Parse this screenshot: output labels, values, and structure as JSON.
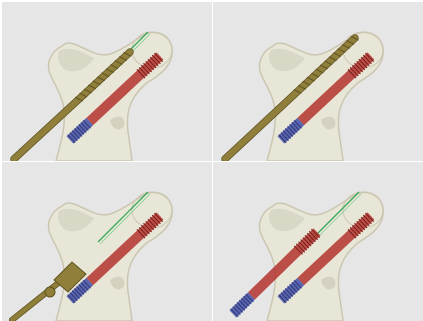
{
  "figure": {
    "layout": "2x2 grid",
    "description_free": true
  },
  "panels": [
    {
      "id": "a",
      "drill_bit": true,
      "guide_wire": true,
      "instrument": "drill",
      "screws": [
        "red-lag-screw"
      ]
    },
    {
      "id": "b",
      "drill_bit": true,
      "guide_wire": false,
      "instrument": "drill",
      "screws": [
        "red-lag-screw"
      ]
    },
    {
      "id": "c",
      "drill_bit": false,
      "guide_wire": true,
      "instrument": "screwdriver",
      "screws": [
        "red-lag-screw"
      ]
    },
    {
      "id": "d",
      "drill_bit": false,
      "guide_wire": true,
      "instrument": "none",
      "screws": [
        "red-lag-screw",
        "red-lag-screw-2"
      ]
    }
  ],
  "colors": {
    "background": "#e6e6e6",
    "bone": "#e9e6d6",
    "bone_edge": "#c9c4ae",
    "shadow": "#bdb9a4",
    "drill": "#8f7f3a",
    "drill_dark": "#5f5222",
    "screw_red": "#b3322e",
    "screw_blue": "#4a57a8",
    "guide_wire": "#39a85a"
  },
  "icons": [
    "femur-model",
    "lag-screw",
    "drill-bit",
    "guide-wire",
    "screwdriver"
  ]
}
